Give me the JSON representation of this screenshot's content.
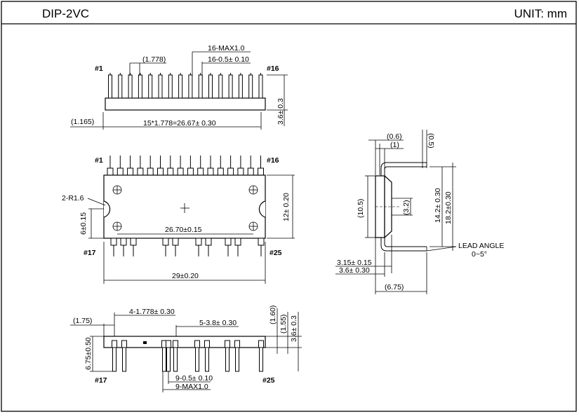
{
  "header": {
    "package_name": "DIP-2VC",
    "unit": "UNIT: mm"
  },
  "top_view": {
    "pin_first": "#1",
    "pin_last": "#16",
    "pitch_label": "(1.778)",
    "max_width_label": "16-MAX1.0",
    "lead_width_label": "16-0.5± 0.10",
    "offset_label": "(1.165)",
    "span_label": "15*1.778=26.67± 0.30",
    "height_label": "3.6± 0.3"
  },
  "front_view": {
    "pin_first": "#1",
    "pin_last": "#16",
    "pin_bottom_left": "#17",
    "pin_bottom_right": "#25",
    "radius_label": "2-R1.6",
    "hole_offset_label": "6±0.15",
    "hole_span_label": "26.70±0.15",
    "body_height_label": "12± 0.20",
    "body_width_label": "29±0.20"
  },
  "side_view": {
    "top_offset_1": "(0.6)",
    "top_offset_2": "(1)",
    "top_offset_3": "(0.5)",
    "left_label": "(10.5)",
    "center_label": "(3.2)",
    "height_1": "14.2± 0.30",
    "height_2": "18.2±0.30",
    "lead_angle_label": "LEAD ANGLE",
    "lead_angle_value": "0~5°",
    "thickness_1": "3.15± 0.15",
    "thickness_2": "3.6± 0.30",
    "overall_label": "(6.75)"
  },
  "bottom_view": {
    "offset_label": "(1.75)",
    "pitch_label": "4-1.778± 0.30",
    "pitch2_label": "5-3.8± 0.30",
    "dim_160": "(1.60)",
    "dim_155": "(1.55)",
    "height_label": "3.6± 0.3",
    "lead_len_label": "6.75±0.50",
    "pin_first": "#17",
    "pin_last": "#25",
    "lead_width_label": "9-0.5± 0.10",
    "max_width_label": "9-MAX1.0"
  }
}
